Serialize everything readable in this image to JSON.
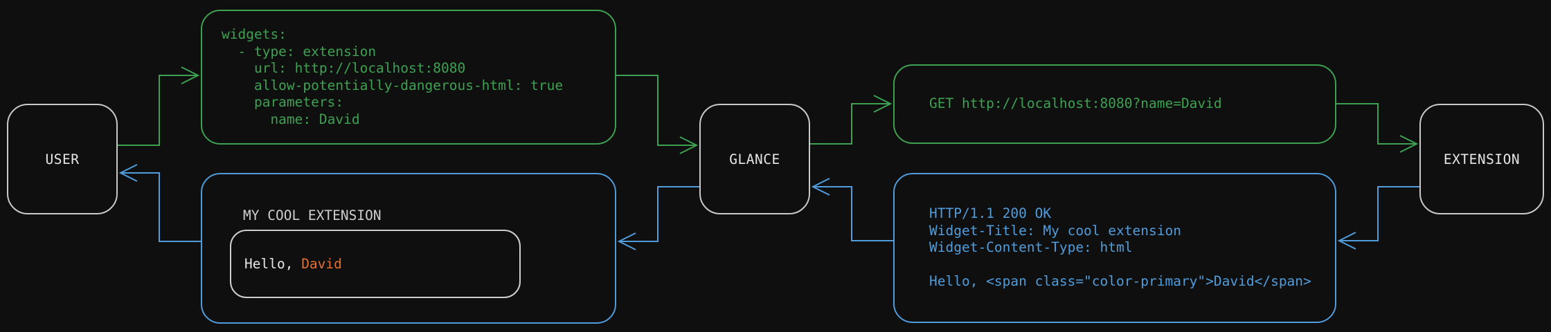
{
  "diagram": {
    "nodes": {
      "user": "USER",
      "glance": "GLANCE",
      "extension": "EXTENSION"
    },
    "config_box": {
      "lines": [
        "widgets:",
        "  - type: extension",
        "    url: http://localhost:8080",
        "    allow-potentially-dangerous-html: true",
        "    parameters:",
        "      name: David"
      ]
    },
    "request_box": {
      "text": "GET http://localhost:8080?name=David"
    },
    "response_box": {
      "lines": [
        "HTTP/1.1 200 OK",
        "Widget-Title: My cool extension",
        "Widget-Content-Type: html",
        "",
        "Hello, <span class=\"color-primary\">David</span>"
      ]
    },
    "widget_box": {
      "title": "MY COOL EXTENSION",
      "greeting_prefix": "Hello, ",
      "greeting_name": "David"
    },
    "colors": {
      "green": "#3ea152",
      "blue": "#519cdb",
      "orange": "#e8702f",
      "node_border": "#c9c9c9",
      "text": "#e6e6e6",
      "muted": "#cfcfcf",
      "background": "#0f0f0f"
    }
  }
}
